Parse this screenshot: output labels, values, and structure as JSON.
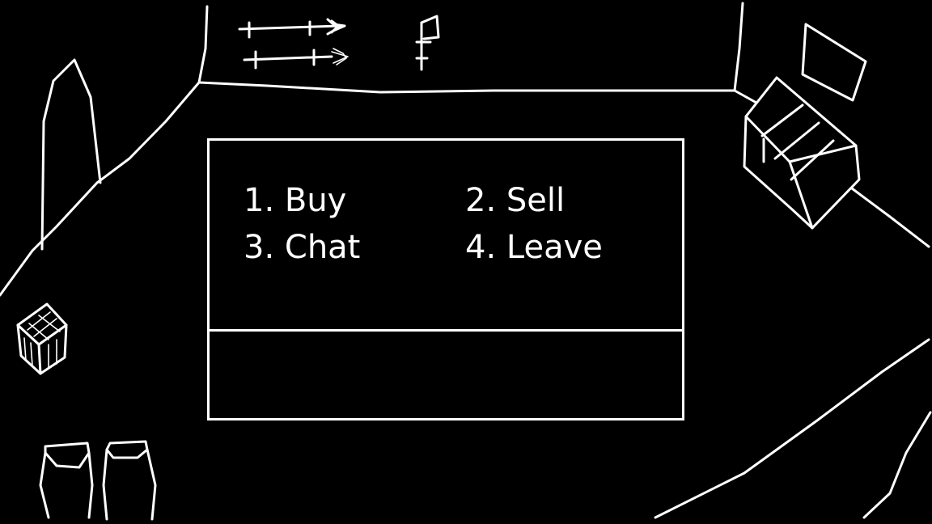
{
  "menu": {
    "options": [
      {
        "number": "1.",
        "label": "Buy"
      },
      {
        "number": "2.",
        "label": "Sell"
      },
      {
        "number": "3.",
        "label": "Chat"
      },
      {
        "number": "4.",
        "label": "Leave"
      }
    ]
  },
  "message": {
    "text": ""
  },
  "colors": {
    "background": "#000000",
    "lines": "#ffffff"
  },
  "scene": {
    "icons": [
      "spear-rack-icon",
      "signpost-flag-icon",
      "shield-icon",
      "bed-icon",
      "crate-icon",
      "barrel-icon",
      "pillar-icon"
    ]
  }
}
